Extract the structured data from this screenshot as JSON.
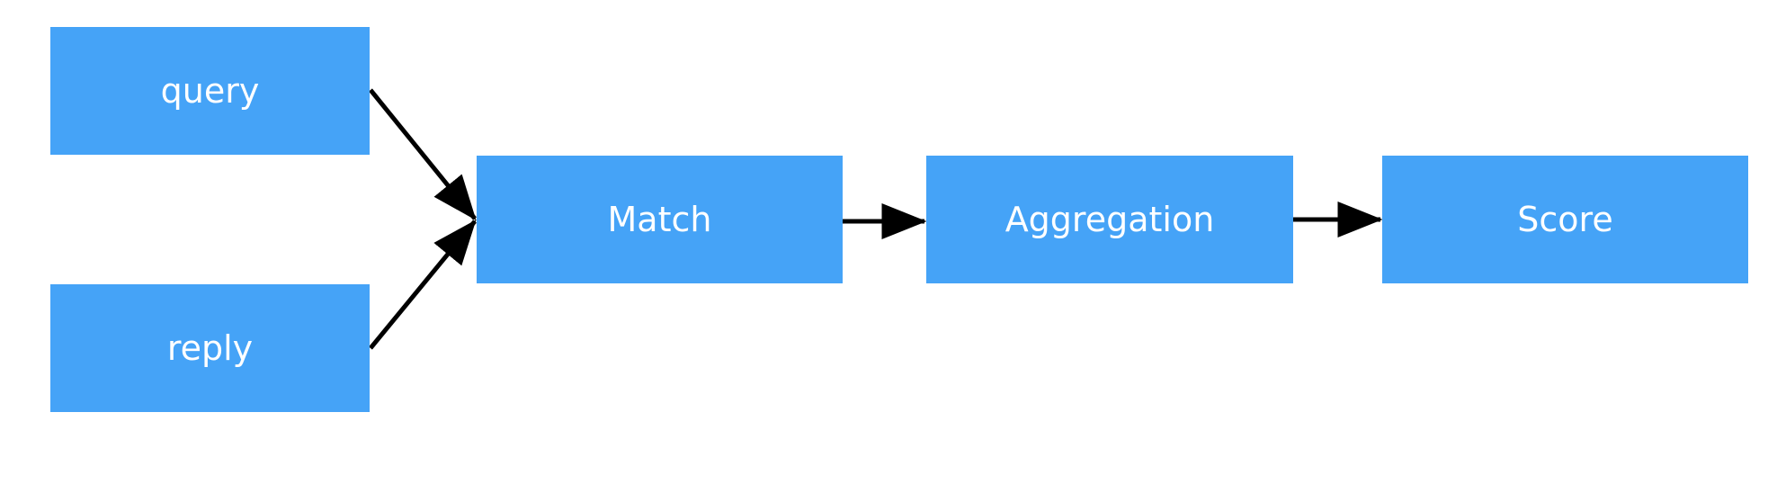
{
  "nodes": {
    "query": "query",
    "reply": "reply",
    "match": "Match",
    "aggregation": "Aggregation",
    "score": "Score"
  },
  "edges": [
    {
      "from": "query",
      "to": "Match"
    },
    {
      "from": "reply",
      "to": "Match"
    },
    {
      "from": "Match",
      "to": "Aggregation"
    },
    {
      "from": "Aggregation",
      "to": "Score"
    }
  ],
  "colors": {
    "node_fill": "#45a3f7",
    "node_text": "#ffffff",
    "edge": "#000000",
    "background": "#ffffff"
  }
}
